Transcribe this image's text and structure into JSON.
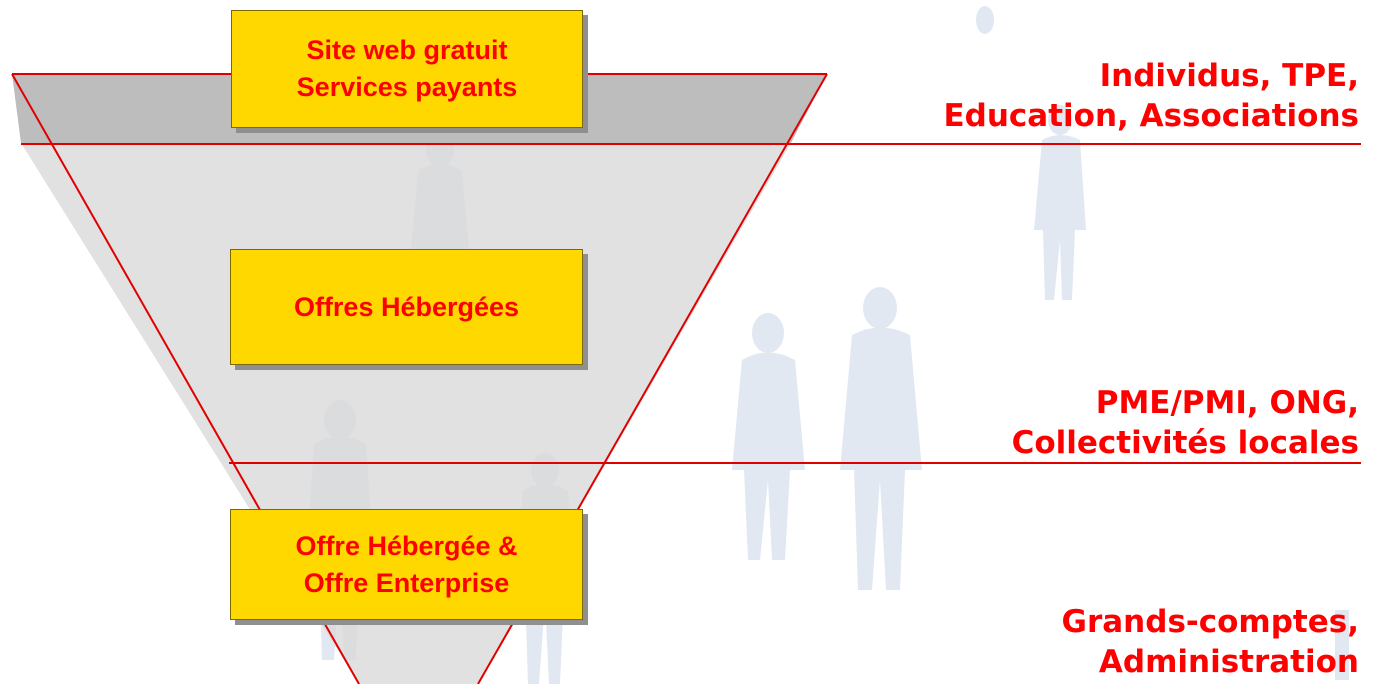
{
  "boxes": {
    "top": {
      "line1": "Site web gratuit",
      "line2": "Services payants"
    },
    "middle": {
      "line1": "Offres Hébergées"
    },
    "bottom": {
      "line1": "Offre Hébergée &",
      "line2": "Offre Enterprise"
    }
  },
  "segments": {
    "top": {
      "line1": "Individus, TPE,",
      "line2": "Education, Associations"
    },
    "middle": {
      "line1": "PME/PMI, ONG,",
      "line2": "Collectivités locales"
    },
    "bottom": {
      "line1": "Grands-comptes,",
      "line2": "Administration"
    }
  },
  "colors": {
    "text_accent": "#ff0000",
    "box_fill": "#ffd800",
    "funnel_top_band": "#bdbdbd",
    "funnel_body": "#d9d9d9",
    "funnel_outline": "#e00000",
    "background": "#ffffff"
  }
}
